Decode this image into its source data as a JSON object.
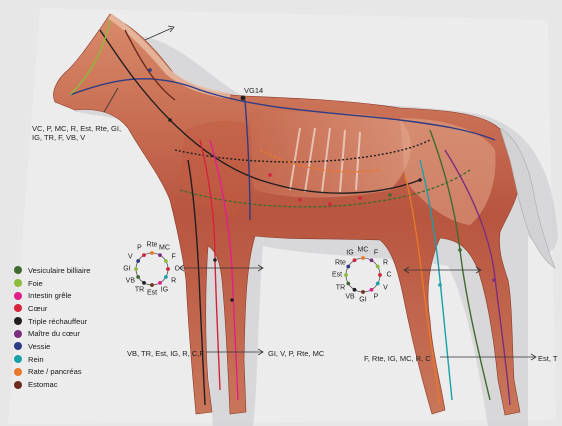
{
  "head_meridians_label": "VC, P, MC, R, Est, Rte, GI,",
  "head_meridians_label_line2": "IG, TR, F, VB, V",
  "vg14_label": "VG14",
  "legend": [
    {
      "label": "Vesiculaire billiaire",
      "color": "#3f6b2f"
    },
    {
      "label": "Foie",
      "color": "#8dbb3a"
    },
    {
      "label": "Intestin grêle",
      "color": "#e0208a"
    },
    {
      "label": "Cœur",
      "color": "#d4233a"
    },
    {
      "label": "Triple réchauffeur",
      "color": "#231f20"
    },
    {
      "label": "Maître du cœur",
      "color": "#7b2f7e"
    },
    {
      "label": "Vessie",
      "color": "#2e3c86"
    },
    {
      "label": "Rein",
      "color": "#1aa0a8"
    },
    {
      "label": "Rate / pancréas",
      "color": "#e8782a"
    },
    {
      "label": "Estomac",
      "color": "#6b2c1e"
    }
  ],
  "clock_left": {
    "labels": [
      "Rte",
      "MC",
      "F",
      "C",
      "R",
      "IG",
      "Est",
      "TR",
      "VB",
      "GI",
      "V",
      "P"
    ]
  },
  "clock_right": {
    "labels": [
      "MC",
      "F",
      "R",
      "C",
      "V",
      "P",
      "GI",
      "VB",
      "TR",
      "Est",
      "Rte",
      "IG"
    ]
  },
  "front_leg_left_label": "VB, TR, Est, IG, R, C,F",
  "front_leg_right_label": "GI, V, P, Rte, MC",
  "hind_leg_left_label": "F, Rte, IG, MC, R, C",
  "hind_leg_right_label": "Est, T"
}
